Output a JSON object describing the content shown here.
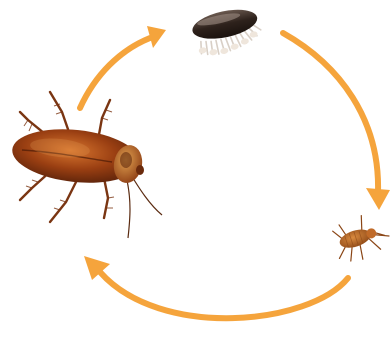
{
  "diagram": {
    "stages": [
      {
        "name": "egg-case",
        "icon": "egg-capsule-icon"
      },
      {
        "name": "nymph",
        "icon": "nymph-cockroach-icon"
      },
      {
        "name": "adult",
        "icon": "adult-cockroach-icon"
      }
    ],
    "arrow_color": "#F5A43C",
    "body_color": "#8A3A12",
    "egg_color": "#3A2A22"
  }
}
